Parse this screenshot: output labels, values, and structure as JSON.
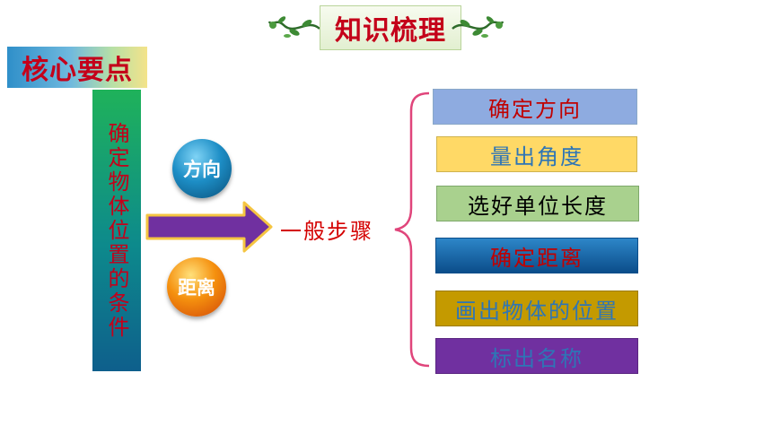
{
  "banner": {
    "title": "知识梳理"
  },
  "section_label": "核心要点",
  "condition_label": "确定物体位置的条件",
  "conditions": {
    "direction": "方向",
    "distance": "距离"
  },
  "general_steps_label": "一般步骤",
  "steps": [
    "确定方向",
    "量出角度",
    "选好单位长度",
    "确定距离",
    "画出物体的位置",
    "标出名称"
  ],
  "colors": {
    "title_red": "#c4001a",
    "arrow_purple": "#7030a0",
    "arrow_border": "#f5c542",
    "brace_pink": "#e0457b"
  }
}
